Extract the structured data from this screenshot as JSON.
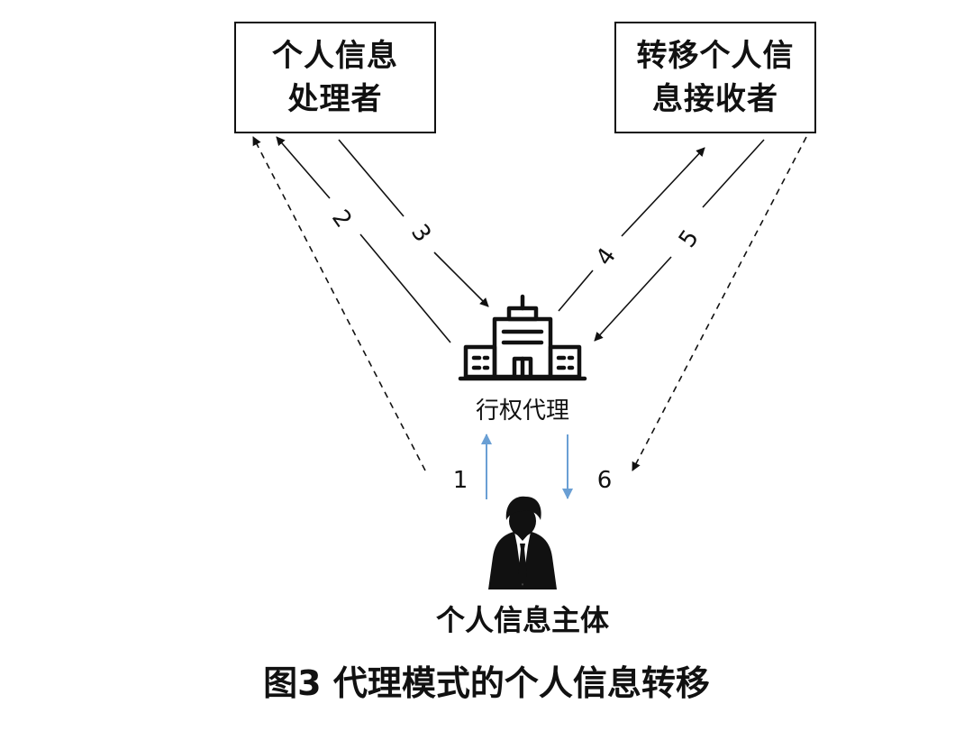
{
  "nodes": {
    "processor": {
      "line1": "个人信息",
      "line2": "处理者"
    },
    "receiver": {
      "line1": "转移个人信",
      "line2": "息接收者"
    },
    "agent": {
      "label": "行权代理",
      "icon": "office-building-icon"
    },
    "subject": {
      "label": "个人信息主体",
      "icon": "person-in-suit-icon"
    }
  },
  "edges": [
    {
      "step": "1",
      "from": "subject",
      "to": "agent",
      "style": "solid",
      "color": "#6a9fd4"
    },
    {
      "step": "2",
      "from": "agent",
      "to": "processor",
      "style": "solid",
      "color": "#111111"
    },
    {
      "step": "3",
      "from": "processor",
      "to": "agent",
      "style": "solid",
      "color": "#111111"
    },
    {
      "step": "4",
      "from": "agent",
      "to": "receiver",
      "style": "solid",
      "color": "#111111"
    },
    {
      "step": "5",
      "from": "receiver",
      "to": "agent",
      "style": "solid",
      "color": "#111111"
    },
    {
      "step": "6",
      "from": "agent",
      "to": "subject",
      "style": "solid",
      "color": "#6a9fd4"
    },
    {
      "step": "",
      "from": "subject",
      "to": "processor",
      "style": "dashed",
      "color": "#111111"
    },
    {
      "step": "",
      "from": "receiver",
      "to": "subject",
      "style": "dashed",
      "color": "#111111"
    }
  ],
  "caption": "图3  代理模式的个人信息转移"
}
